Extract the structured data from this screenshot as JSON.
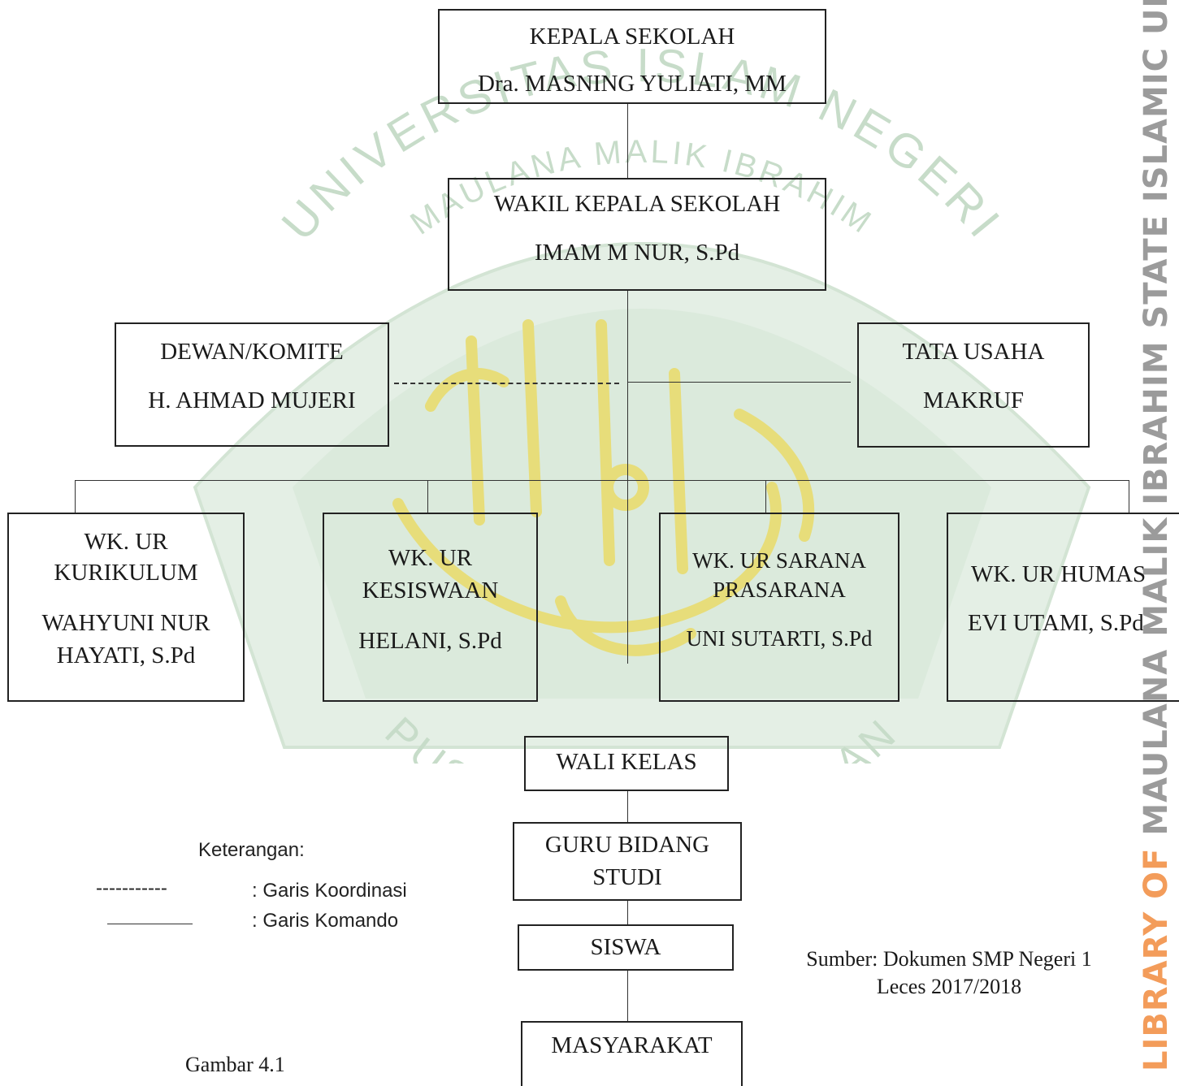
{
  "boxes": {
    "kepala": {
      "title": "KEPALA SEKOLAH",
      "name": "Dra. MASNING YULIATI, MM"
    },
    "wakil": {
      "title": "WAKIL KEPALA SEKOLAH",
      "name": "IMAM M NUR, S.Pd"
    },
    "komite": {
      "title": "DEWAN/KOMITE",
      "name": "H. AHMAD MUJERI"
    },
    "tu": {
      "title": "TATA USAHA",
      "name": "MAKRUF"
    },
    "kurikulum": {
      "title1": "WK. UR",
      "title2": "KURIKULUM",
      "name1": "WAHYUNI NUR",
      "name2": "HAYATI, S.Pd"
    },
    "kesiswaan": {
      "title1": "WK. UR",
      "title2": "KESISWAAN",
      "name": "HELANI, S.Pd"
    },
    "sarana": {
      "title1": "WK. UR SARANA",
      "title2": "PRASARANA",
      "name": "UNI SUTARTI, S.Pd"
    },
    "humas": {
      "title": "WK. UR HUMAS",
      "name": "EVI UTAMI, S.Pd"
    },
    "wali": {
      "title": "WALI KELAS"
    },
    "guru": {
      "title1": "GURU BIDANG",
      "title2": "STUDI"
    },
    "siswa": {
      "title": "SISWA"
    },
    "masyarakat": {
      "title": "MASYARAKAT"
    }
  },
  "legend": {
    "heading": "Keterangan:",
    "dashed_symbol": "-----------",
    "dashed_label": ": Garis Koordinasi",
    "solid_label": ": Garis Komando"
  },
  "caption": "Gambar 4.1",
  "source": {
    "line1": "Sumber: Dokumen SMP Negeri 1",
    "line2": "Leces 2017/2018"
  },
  "watermark": {
    "side_text_black": "LIBRARY OF MAULANA MALIK IBRAHIM STATE ISLAMIC UNIVERSITY",
    "ring_text_top": "UNIVERSITAS ISLAM NEGERI",
    "ring_text_mid": "MAULANA MALIK IBRAHIM",
    "ring_text_bottom": "PUSAT PERPUSTAKAAN",
    "color_green": "#c7dcc9",
    "color_gold": "#e7dd7a",
    "side_color_orange": "#f39c5a",
    "side_color_gray": "#9b9b9b"
  }
}
